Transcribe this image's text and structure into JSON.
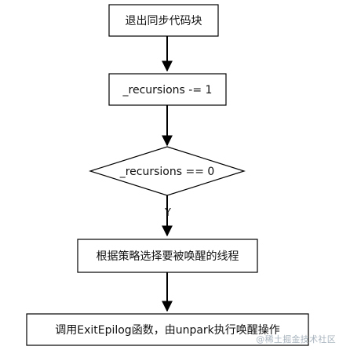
{
  "diagram": {
    "nodes": {
      "exit_sync_block": {
        "label": "退出同步代码块"
      },
      "decrement_recursions": {
        "label": "_recursions -= 1"
      },
      "check_recursions_zero": {
        "label": "_recursions == 0"
      },
      "choose_thread_to_wake": {
        "label": "根据策略选择要被唤醒的线程"
      },
      "call_exit_epilog": {
        "label": "调用ExitEpilog函数，由unpark执行唤醒操作"
      }
    },
    "edges": {
      "yes_label": "Y"
    }
  },
  "watermark": {
    "text": "@稀土掘金技术社区"
  }
}
